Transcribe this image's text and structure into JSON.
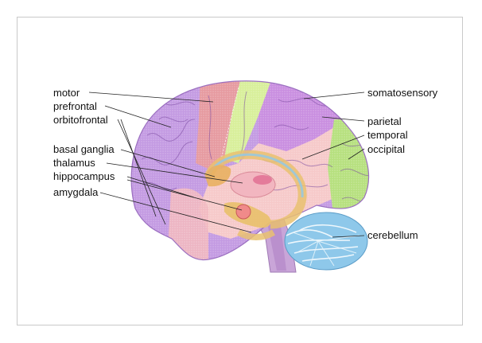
{
  "labels": {
    "motor": "motor",
    "prefrontal": "prefrontal",
    "orbitofrontal": "orbitofrontal",
    "basal_ganglia": "basal ganglia",
    "thalamus": "thalamus",
    "hippocampus": "hippocampus",
    "amygdala": "amygdala",
    "somatosensory": "somatosensory",
    "parietal": "parietal",
    "temporal": "temporal",
    "occipital": "occipital",
    "cerebellum": "cerebellum"
  },
  "colors": {
    "frontal": "#b98ee0",
    "motor": "#e69aa0",
    "somatosensory": "#d8ef9a",
    "parietal": "#c98ee0",
    "temporal": "#f6c9c9",
    "occipital": "#b6e07e",
    "cerebellum": "#8ec8ea",
    "limbic": "#e9c170",
    "brainstem": "#c9a5d8",
    "thalamus": "#f2b6c0",
    "amygdala": "#f08a8a",
    "leader": "#222222"
  }
}
